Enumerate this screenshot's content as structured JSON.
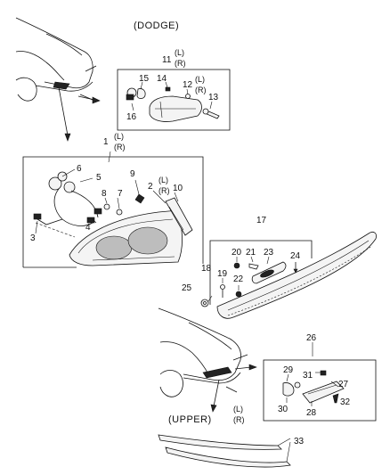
{
  "headings": {
    "dodge": "(DODGE)",
    "upper": "(UPPER)"
  },
  "callouts": [
    {
      "id": "c1",
      "text": "1"
    },
    {
      "id": "c1lr1",
      "text": "(L)"
    },
    {
      "id": "c1lr2",
      "text": "(R)"
    },
    {
      "id": "c2",
      "text": "2"
    },
    {
      "id": "c2lr1",
      "text": "(L)"
    },
    {
      "id": "c2lr2",
      "text": "(R)"
    },
    {
      "id": "c3",
      "text": "3"
    },
    {
      "id": "c4",
      "text": "4"
    },
    {
      "id": "c5",
      "text": "5"
    },
    {
      "id": "c6",
      "text": "6"
    },
    {
      "id": "c7",
      "text": "7"
    },
    {
      "id": "c8",
      "text": "8"
    },
    {
      "id": "c9",
      "text": "9"
    },
    {
      "id": "c10",
      "text": "10"
    },
    {
      "id": "c11",
      "text": "11"
    },
    {
      "id": "c11lr1",
      "text": "(L)"
    },
    {
      "id": "c11lr2",
      "text": "(R)"
    },
    {
      "id": "c12",
      "text": "12"
    },
    {
      "id": "c12lr1",
      "text": "(L)"
    },
    {
      "id": "c12lr2",
      "text": "(R)"
    },
    {
      "id": "c13",
      "text": "13"
    },
    {
      "id": "c14",
      "text": "14"
    },
    {
      "id": "c15",
      "text": "15"
    },
    {
      "id": "c16",
      "text": "16"
    },
    {
      "id": "c17",
      "text": "17"
    },
    {
      "id": "c18",
      "text": "18"
    },
    {
      "id": "c19",
      "text": "19"
    },
    {
      "id": "c20",
      "text": "20"
    },
    {
      "id": "c21",
      "text": "21"
    },
    {
      "id": "c22",
      "text": "22"
    },
    {
      "id": "c23",
      "text": "23"
    },
    {
      "id": "c24",
      "text": "24"
    },
    {
      "id": "c25",
      "text": "25"
    },
    {
      "id": "c26",
      "text": "26"
    },
    {
      "id": "c27",
      "text": "27"
    },
    {
      "id": "c28",
      "text": "28"
    },
    {
      "id": "c29",
      "text": "29"
    },
    {
      "id": "c30",
      "text": "30"
    },
    {
      "id": "c31",
      "text": "31"
    },
    {
      "id": "c32",
      "text": "32"
    },
    {
      "id": "c33",
      "text": "33"
    },
    {
      "id": "c33lr1",
      "text": "(L)"
    },
    {
      "id": "c33lr2",
      "text": "(R)"
    }
  ]
}
